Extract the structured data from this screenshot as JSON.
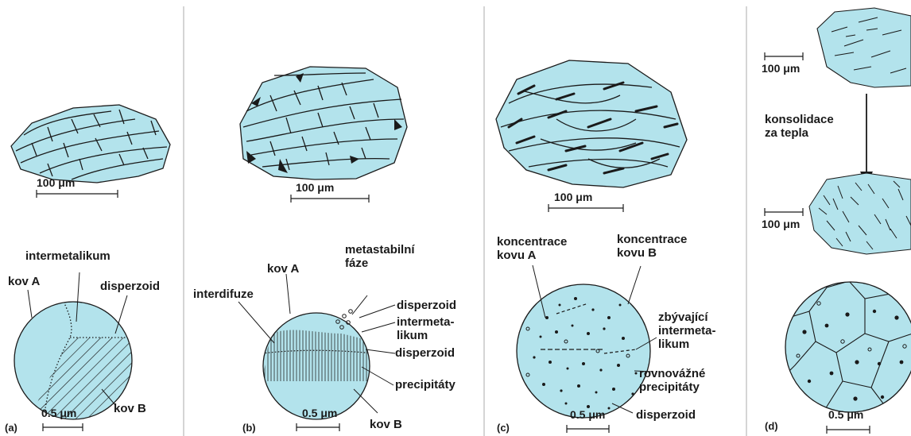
{
  "colors": {
    "fill": "#b3e3ec",
    "ink": "#1a1a1a",
    "divider": "#b9b9b9"
  },
  "panels": {
    "a": {
      "tag": "(a)",
      "scale_top": "100 μm",
      "scale_bottom": "0.5 μm",
      "labels": {
        "intermetalikum": "intermetalikum",
        "kov_a": "kov A",
        "disperzoid": "disperzoid",
        "kov_b": "kov B"
      }
    },
    "b": {
      "tag": "(b)",
      "scale_top": "100 μm",
      "scale_bottom": "0.5 μm",
      "labels": {
        "metastabilni": "metastabilní\nfáze",
        "kov_a": "kov A",
        "interdifuze": "interdifuze",
        "disperzoid1": "disperzoid",
        "intermetalikum": "intermeta-\nlikum",
        "disperzoid2": "disperzoid",
        "precipitaty": "precipitáty",
        "kov_b": "kov B"
      }
    },
    "c": {
      "tag": "(c)",
      "scale_top": "100 μm",
      "scale_bottom": "0.5 μm",
      "labels": {
        "konc_a": "koncentrace\nkovu A",
        "konc_b": "koncentrace\nkovu B",
        "zbyvajici": "zbývající\nintermeta-\nlikum",
        "rovnovazne": "rovnovážné\nprecipitáty",
        "disperzoid": "disperzoid"
      }
    },
    "d": {
      "tag": "(d)",
      "scale_top": "100 μm",
      "scale_mid": "100 μm",
      "scale_bottom": "0.5 μm",
      "labels": {
        "konsolidace": "konsolidace\nza tepla"
      }
    }
  }
}
